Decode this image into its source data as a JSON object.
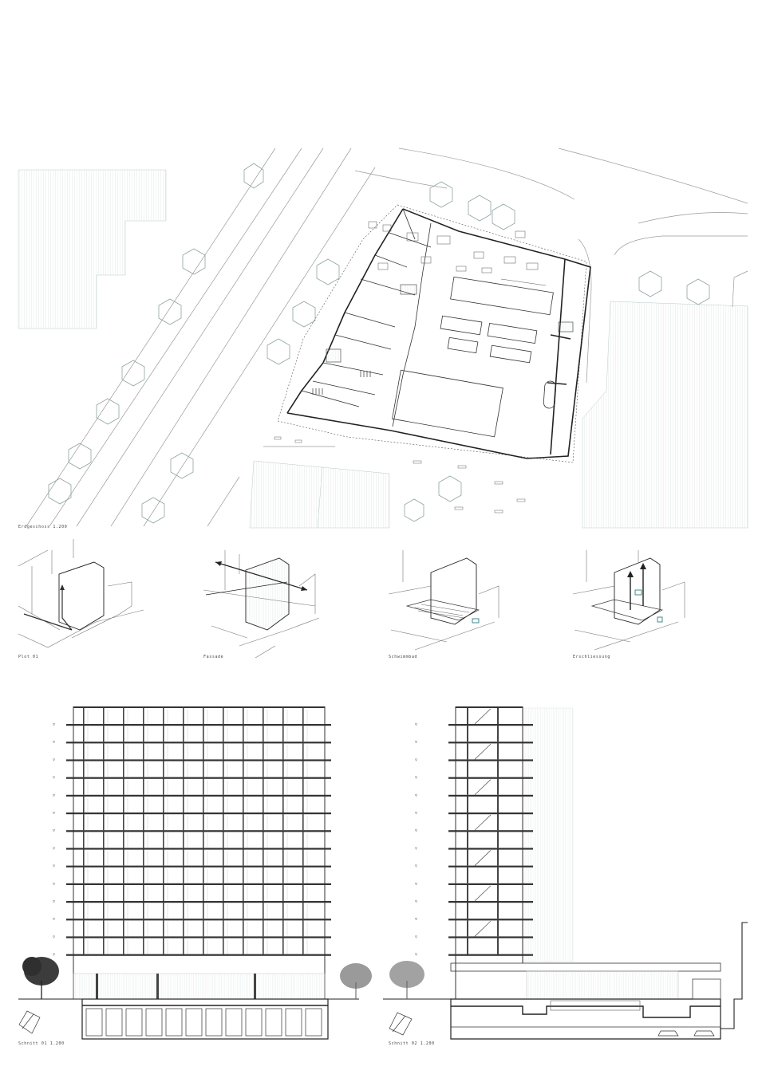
{
  "plan": {
    "label": "Erdgeschoss 1.200"
  },
  "diagrams": [
    {
      "id": "plot",
      "label": "Plot 01"
    },
    {
      "id": "facade",
      "label": "Fassade"
    },
    {
      "id": "pool",
      "label": "Schwimmbad"
    },
    {
      "id": "access",
      "label": "Erschliessung"
    }
  ],
  "sections": [
    {
      "id": "s1",
      "label": "Schnitt 01 1.200"
    },
    {
      "id": "s2",
      "label": "Schnitt 02 1.200"
    }
  ],
  "colors": {
    "line": "#222222",
    "tree": "#8fa3a3",
    "hatch": "#b9c9c9",
    "accent": "#2f7f7f"
  }
}
